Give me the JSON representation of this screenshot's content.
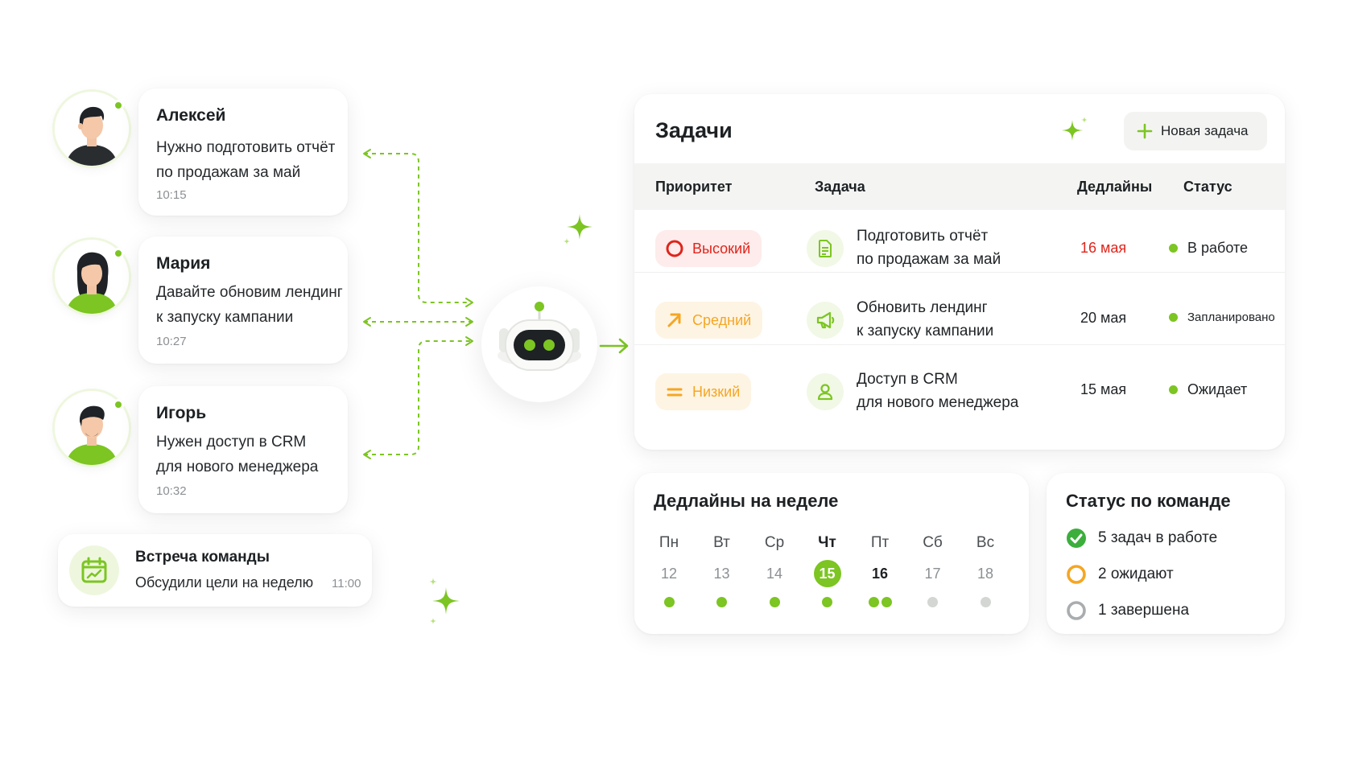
{
  "colors": {
    "accent": "#7cc522",
    "high": "#e0241b",
    "medium": "#f5a623",
    "low": "#f5a623"
  },
  "chats": [
    {
      "name": "Алексей",
      "text_line1": "Нужно подготовить отчёт",
      "text_line2": "по продажам за май",
      "time": "10:15"
    },
    {
      "name": "Мария",
      "text_line1": "Давайте обновим лендинг",
      "text_line2": "к запуску кампании",
      "time": "10:27"
    },
    {
      "name": "Игорь",
      "text_line1": "Нужен доступ в CRM",
      "text_line2": "для нового менеджера",
      "time": "10:32"
    }
  ],
  "meeting": {
    "title": "Встреча команды",
    "text": "Обсудили цели на неделю",
    "time": "11:00"
  },
  "tasks": {
    "title": "Задачи",
    "new_task_label": "Новая задача",
    "columns": {
      "priority": "Приоритет",
      "task": "Задача",
      "deadline": "Дедлайны",
      "status": "Статус"
    },
    "rows": [
      {
        "priority": "Высокий",
        "priority_icon": "ring-icon",
        "task_icon": "document-icon",
        "task_line1": "Подготовить отчёт",
        "task_line2": "по продажам за май",
        "deadline": "16 мая",
        "status": "В работе"
      },
      {
        "priority": "Средний",
        "priority_icon": "arrow-up-right-icon",
        "task_icon": "megaphone-icon",
        "task_line1": "Обновить лендинг",
        "task_line2": "к запуску кампании",
        "deadline": "20 мая",
        "status": "Запланировано"
      },
      {
        "priority": "Низкий",
        "priority_icon": "equals-icon",
        "task_icon": "user-icon",
        "task_line1": "Доступ в CRM",
        "task_line2": "для нового менеджера",
        "deadline": "15 мая",
        "status": "Ожидает"
      }
    ]
  },
  "week": {
    "title": "Дедлайны на неделе",
    "days": [
      {
        "name": "Пн",
        "num": "12",
        "dots": [
          "green"
        ]
      },
      {
        "name": "Вт",
        "num": "13",
        "dots": [
          "green"
        ]
      },
      {
        "name": "Ср",
        "num": "14",
        "dots": [
          "green"
        ]
      },
      {
        "name": "Чт",
        "num": "15",
        "dots": [
          "green"
        ],
        "today": true
      },
      {
        "name": "Пт",
        "num": "16",
        "dots": [
          "green",
          "green"
        ],
        "bold": true
      },
      {
        "name": "Сб",
        "num": "17",
        "dots": [
          "grey"
        ]
      },
      {
        "name": "Вс",
        "num": "18",
        "dots": [
          "grey"
        ]
      }
    ]
  },
  "team": {
    "title": "Статус по команде",
    "items": [
      {
        "label": "5 задач в работе",
        "icon": "check-circle-icon"
      },
      {
        "label": "2 ожидают",
        "icon": "pending-ring-icon"
      },
      {
        "label": "1 завершена",
        "icon": "done-ring-icon"
      }
    ]
  }
}
